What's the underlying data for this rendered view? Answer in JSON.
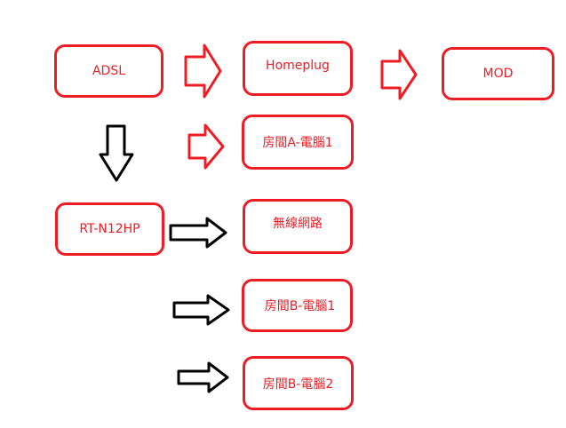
{
  "colors": {
    "box_border": "#ee1c24",
    "box_text": "#ee1c24",
    "arrow_red": "#ee1c24",
    "arrow_black": "#000000"
  },
  "nodes": {
    "adsl": "ADSL",
    "homeplug": "Homeplug",
    "mod": "MOD",
    "room_a_pc1": "房間A-電腦1",
    "router": "RT-N12HP",
    "wireless": "無線網路",
    "room_b_pc1": "房間B-電腦1",
    "room_b_pc2": "房間B-電腦2"
  },
  "arrows": [
    {
      "id": "arrow-adsl-to-homeplug",
      "style": "red-outline",
      "direction": "right"
    },
    {
      "id": "arrow-homeplug-to-mod",
      "style": "red-outline",
      "direction": "right"
    },
    {
      "id": "arrow-to-room-a-pc1",
      "style": "red-outline",
      "direction": "right"
    },
    {
      "id": "arrow-adsl-to-router",
      "style": "black-outline",
      "direction": "down"
    },
    {
      "id": "arrow-router-to-wireless",
      "style": "black-outline",
      "direction": "right"
    },
    {
      "id": "arrow-to-room-b-pc1",
      "style": "black-outline",
      "direction": "right"
    },
    {
      "id": "arrow-to-room-b-pc2",
      "style": "black-outline",
      "direction": "right"
    }
  ]
}
